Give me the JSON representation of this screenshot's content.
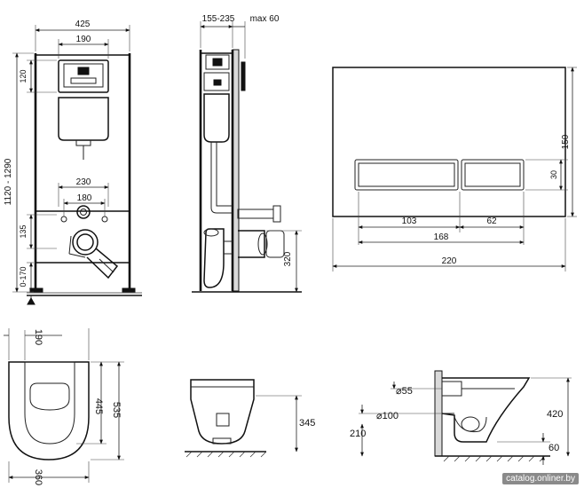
{
  "watermark": "catalog.onliner.by",
  "front_view": {
    "width_total": "425",
    "width_inner": "190",
    "height_range": "1120 - 1290",
    "height_top": "120",
    "pipe_span": "230",
    "bolt_span": "180",
    "height_outlet": "135",
    "height_floor": "0-170"
  },
  "side_view": {
    "depth_range": "155-235",
    "depth_max": "max 60",
    "height_drain": "320"
  },
  "flush_plate": {
    "height": "150",
    "button_height": "30",
    "width_left_button": "103",
    "width_right_button": "62",
    "width_buttons": "168",
    "width_total": "220"
  },
  "bowl_top": {
    "seat_offset": "190",
    "inner_length": "445",
    "total_length": "535",
    "width": "360"
  },
  "bowl_front": {
    "height": "345"
  },
  "bowl_side": {
    "inlet_diameter": "⌀55",
    "outlet_diameter": "⌀100",
    "inlet_height": "420",
    "outlet_height": "210",
    "floor_gap": "60"
  }
}
